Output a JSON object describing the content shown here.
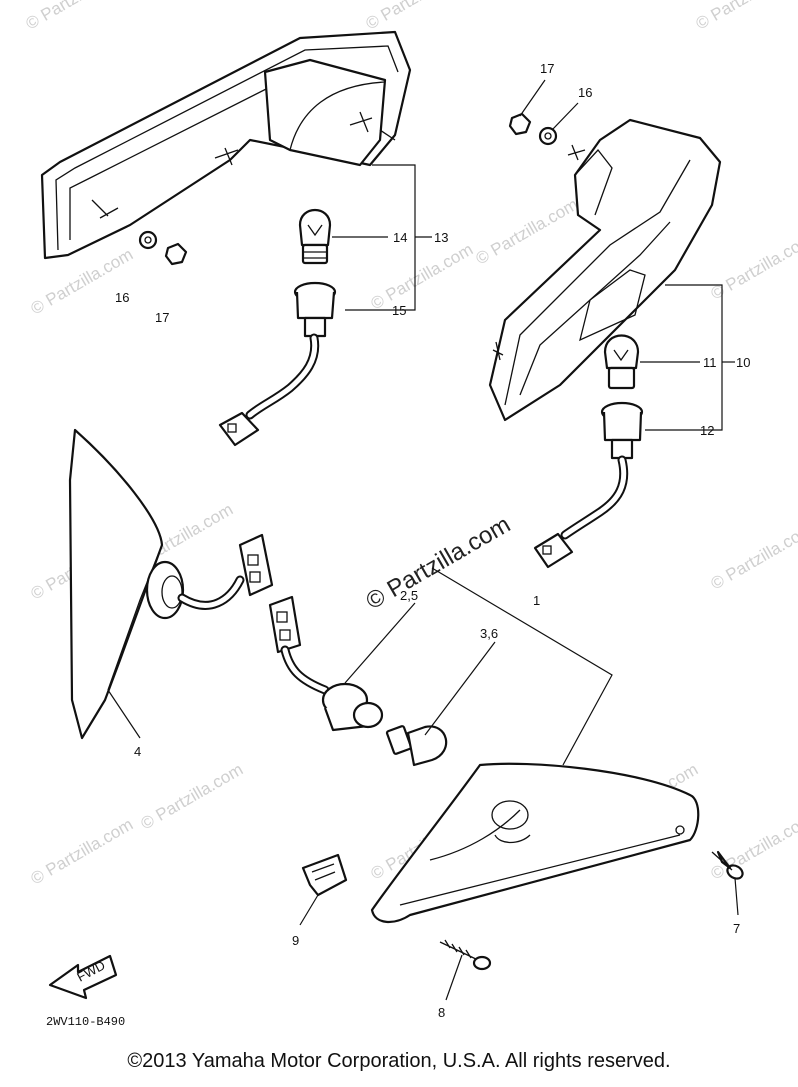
{
  "watermarks": {
    "small": "© Partzilla.com",
    "center": "© Partzilla.com"
  },
  "labels": {
    "l1": "1",
    "l2_5": "2,5",
    "l3_6": "3,6",
    "l4": "4",
    "l7": "7",
    "l8": "8",
    "l9": "9",
    "l10": "10",
    "l11": "11",
    "l12": "12",
    "l13": "13",
    "l14": "14",
    "l15": "15",
    "l16_left": "16",
    "l17_left": "17",
    "l16_right": "16",
    "l17_right": "17"
  },
  "fwd_arrow_text": "FWD",
  "diagram_code": "2WV110-B490",
  "copyright": "©2013  Yamaha Motor Corporation, U.S.A. All rights reserved."
}
